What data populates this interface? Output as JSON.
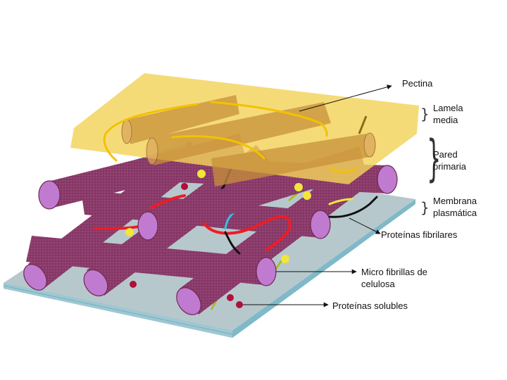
{
  "labels": {
    "pectina": "Pectina",
    "lamela_line1": "Lamela",
    "lamela_line2": "media",
    "pared_line1": "Pared",
    "pared_line2": "primaria",
    "membrana_line1": "Membrana",
    "membrana_line2": "plasmática",
    "proteinas_fibrilares": "Proteínas fibrilares",
    "microfibrillas_line1": "Micro fibrillas de",
    "microfibrillas_line2": "celulosa",
    "proteinas_solubles": "Proteínas solubles"
  },
  "colors": {
    "lamela_layer": "#f3d35a",
    "membrane_top": "#b7c8cc",
    "membrane_edge": "#7fb9c9",
    "cellulose_body": "#8a3a6a",
    "cellulose_end": "#c07ad0",
    "pectin_rod": "#c8913a",
    "fibrillar_red": "#ee1c24",
    "fibrillar_black": "#111111",
    "fibrillar_cyan": "#33c4e0",
    "soluble_protein_red": "#b0103a",
    "soluble_protein_yellow": "#f1e63a",
    "hemicellulose_green": "#a7b81a"
  }
}
